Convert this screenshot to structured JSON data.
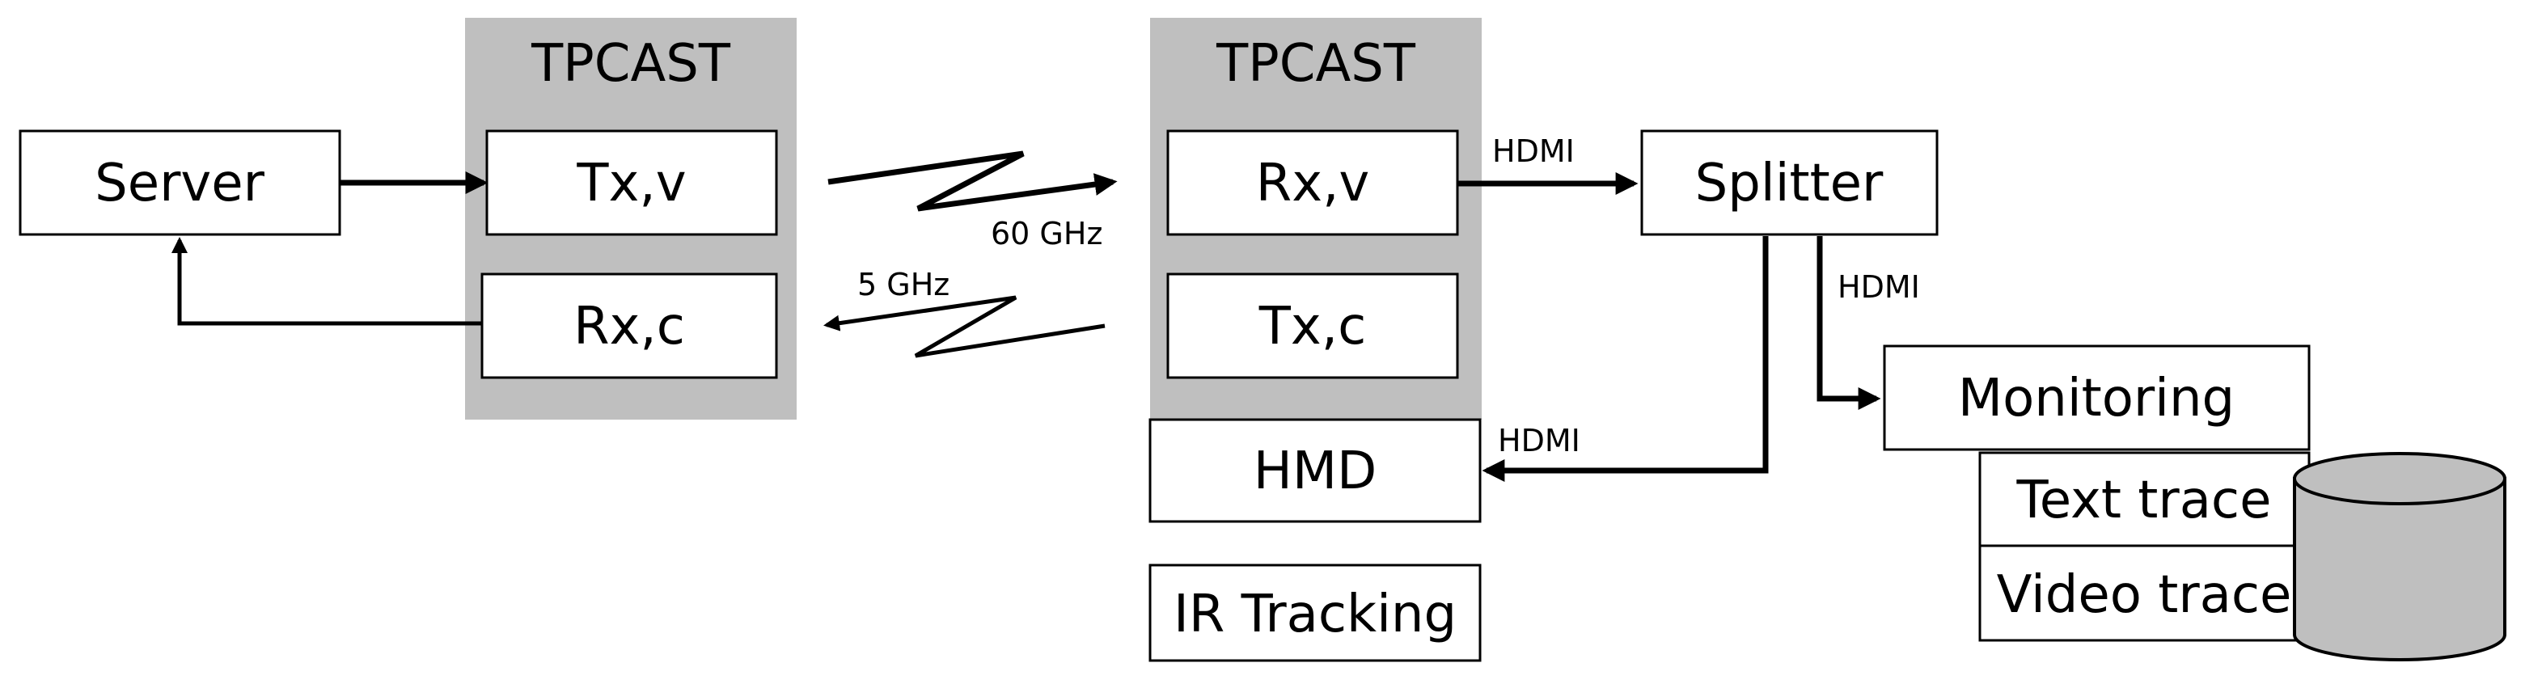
{
  "groups": {
    "left_title": "TPCAST",
    "right_title": "TPCAST"
  },
  "boxes": {
    "server": "Server",
    "tx_v_left": "Tx,v",
    "rx_c_left": "Rx,c",
    "rx_v_right": "Rx,v",
    "tx_c_right": "Tx,c",
    "hmd": "HMD",
    "ir_tracking": "IR Tracking",
    "splitter": "Splitter",
    "monitoring": "Monitoring",
    "text_trace": "Text trace",
    "video_trace": "Video trace"
  },
  "labels": {
    "ghz60": "60 GHz",
    "ghz5": "5 GHz",
    "hdmi_rx_splitter": "HDMI",
    "hdmi_splitter_monitoring": "HDMI",
    "hdmi_splitter_hmd": "HDMI"
  }
}
